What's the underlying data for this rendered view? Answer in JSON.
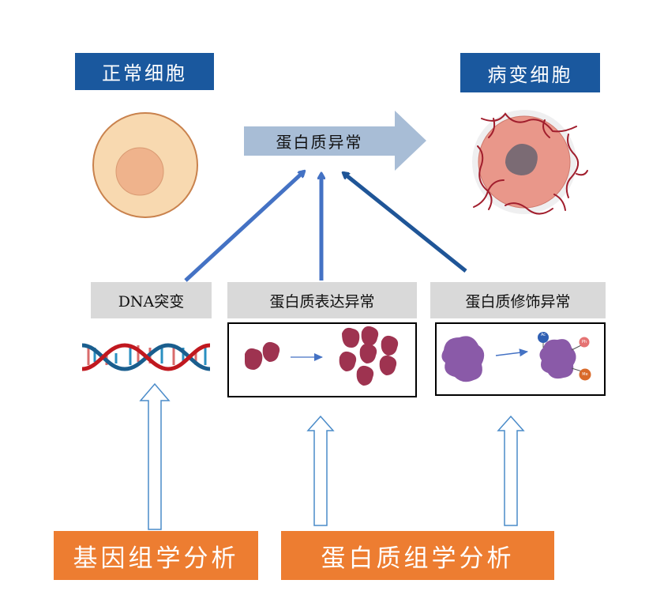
{
  "top": {
    "normal_cell_title": "正常细胞",
    "diseased_cell_title": "病变细胞",
    "protein_abnormality_arrow": "蛋白质异常"
  },
  "middle": {
    "dna_mutation": "DNA突变",
    "protein_expression_abnormality": "蛋白质表达异常",
    "protein_modification_abnormality": "蛋白质修饰异常",
    "modification_tags": [
      "Ac",
      "Ph",
      "Me"
    ]
  },
  "bottom": {
    "genomics_analysis": "基因组学分析",
    "proteomics_analysis": "蛋白质组学分析"
  },
  "colors": {
    "title_blue": "#1a589e",
    "arrow_blue": "#4472c4",
    "arrow_dark_blue": "#1f5597",
    "big_arrow": "#a8bdd6",
    "orange": "#ed7d31",
    "label_gray": "#d9d9d9"
  }
}
